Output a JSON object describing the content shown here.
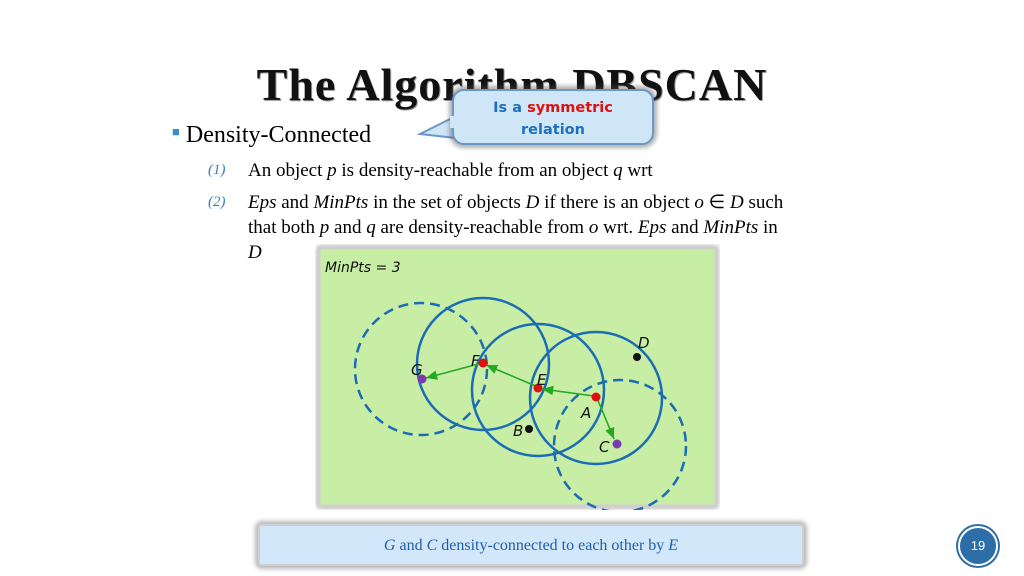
{
  "title": "The Algorithm DBSCAN",
  "callout": {
    "prefix": "Is a",
    "highlight": "symmetric",
    "suffix": "relation"
  },
  "bullet": {
    "text": "Density-Connected"
  },
  "items": [
    {
      "num": "(1)",
      "text_parts": [
        "An object ",
        "p",
        " is density-reachable from an object ",
        "q",
        " wrt"
      ]
    },
    {
      "num": "(2)",
      "line1_parts": [
        "Eps",
        " and ",
        "MinPts",
        " in the set of objects ",
        "D",
        " if there is an object ",
        "o",
        " ∈ ",
        "D",
        " such"
      ],
      "line2_parts": [
        "that both ",
        "p",
        " and ",
        "q",
        " are density-reachable from ",
        "o",
        " wrt. ",
        "Eps",
        " and ",
        "MinPts",
        " in"
      ],
      "line3": "D"
    }
  ],
  "diagram": {
    "label": "MinPts = 3",
    "points": {
      "G": "G",
      "F": "F",
      "E": "E",
      "A": "A",
      "B": "B",
      "C": "C",
      "D": "D"
    },
    "colors": {
      "background": "#c8eda4",
      "circle": "#1a6db5",
      "arrow": "#22aa22",
      "core": "#e01010",
      "border": "#7a5bb5",
      "noise": "#111111"
    }
  },
  "caption_parts": [
    "G",
    " and ",
    "C",
    " density-connected to each other by ",
    "E"
  ],
  "page_number": "19"
}
